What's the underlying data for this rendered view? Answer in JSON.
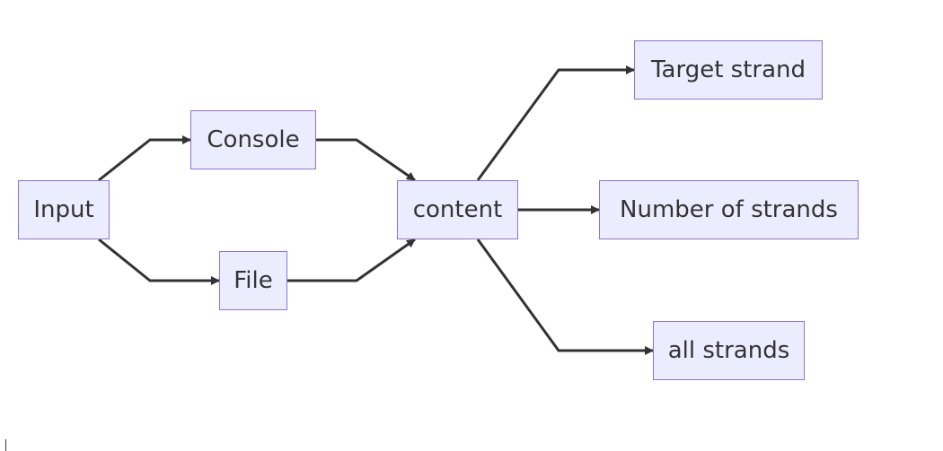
{
  "nodes": {
    "input": "Input",
    "console": "Console",
    "file": "File",
    "content": "content",
    "target_strand": "Target strand",
    "number_of_strands": "Number of strands",
    "all_strands": "all strands"
  },
  "edges": [
    {
      "from": "Input",
      "to": "Console"
    },
    {
      "from": "Input",
      "to": "File"
    },
    {
      "from": "Console",
      "to": "content"
    },
    {
      "from": "File",
      "to": "content"
    },
    {
      "from": "content",
      "to": "Target strand"
    },
    {
      "from": "content",
      "to": "Number of strands"
    },
    {
      "from": "content",
      "to": "all strands"
    }
  ],
  "colors": {
    "node_fill": "#ececff",
    "node_border": "#9370db",
    "edge": "#333333",
    "text": "#333333"
  }
}
